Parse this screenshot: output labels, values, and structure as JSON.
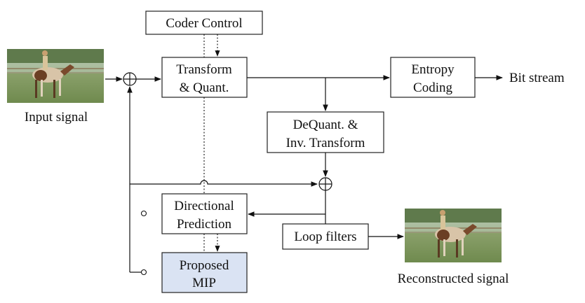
{
  "blocks": {
    "coder_control": "Coder Control",
    "transform_line1": "Transform",
    "transform_line2": "& Quant.",
    "entropy_line1": "Entropy",
    "entropy_line2": "Coding",
    "dequant_line1": "DeQuant. &",
    "dequant_line2": "Inv. Transform",
    "directional_line1": "Directional",
    "directional_line2": "Prediction",
    "loop_filters": "Loop filters",
    "mip_line1": "Proposed",
    "mip_line2": "MIP"
  },
  "labels": {
    "input_signal": "Input signal",
    "bit_stream": "Bit stream",
    "reconstructed_signal": "Reconstructed signal"
  },
  "colors": {
    "mip_fill": "#dae3f3"
  }
}
